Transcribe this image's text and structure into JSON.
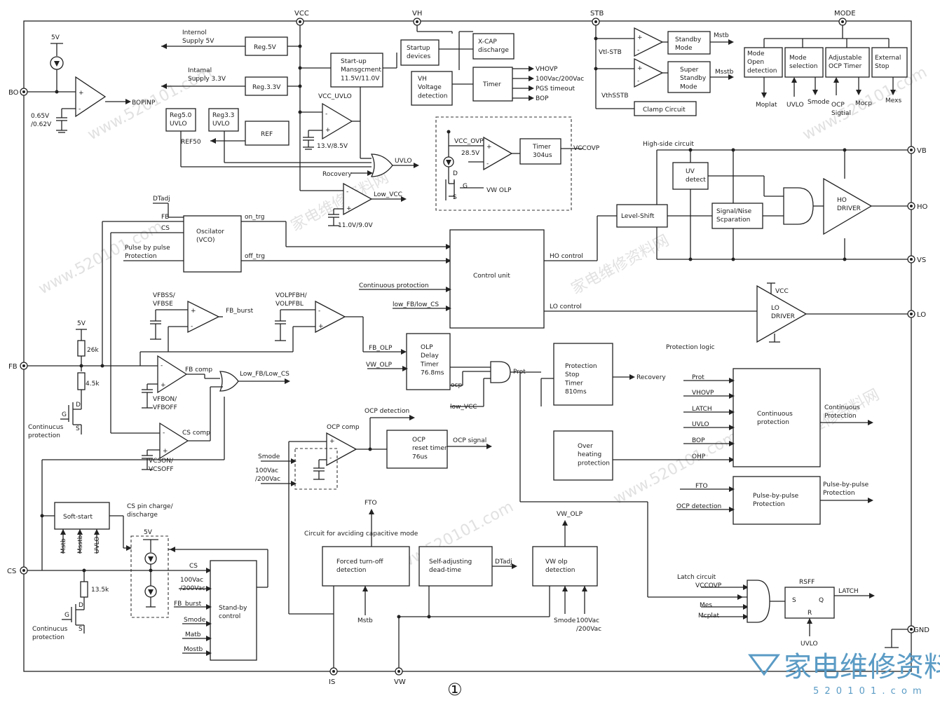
{
  "pins": {
    "vcc": "VCC",
    "vh": "VH",
    "stb": "STB",
    "mode": "MODE",
    "bo": "BO",
    "fb": "FB",
    "cs": "CS",
    "vb": "VB",
    "ho": "HO",
    "vs": "VS",
    "lo": "LO",
    "gnd": "GND",
    "is": "IS",
    "vw": "VW"
  },
  "supply": {
    "internal5v": "Internol\nSupply 5V",
    "internal33v": "Intamal\nSupply 3.3V",
    "reg5v": "Reg.5V",
    "reg33v": "Reg.3.3V",
    "reg50uvlo": "Reg5.0\nUVLO",
    "reg33uvlo": "Reg3.3\nUVLO",
    "ref": "REF",
    "ref50": "REF50",
    "startup_mgmt": "Start-up\nMansgcment\n11.5V/11.0V",
    "vcc_uvlo": "VCC_UVLO",
    "uvlo_thresh": "13.V/8.5V",
    "recovery": "Rocovery",
    "uvlo": "UVLO",
    "low_vcc": "Low_VCC",
    "low_vcc_thresh": "11.0V/9.0V"
  },
  "bo": {
    "v5": "5V",
    "thresh": "0.65V\n/0.62V",
    "output": "BOPINP"
  },
  "vh": {
    "startup_devices": "Startup\ndevices",
    "xcap": "X-CAP\ndischarge",
    "vh_voltage": "VH\nVoltage\ndetection",
    "timer": "Timer",
    "vhovp": "VHOVP",
    "vac": "100Vac/200Vac",
    "pgs": "PGS timeout",
    "bop": "BOP"
  },
  "stb": {
    "vtl_stb": "Vtl-STB",
    "vthsstb": "VthSSTB",
    "standby_mode": "Standby\nMode",
    "super_standby": "Super\nStandby\nMode",
    "mstb1": "Mstb",
    "mstb2": "Msstb",
    "clamp": "Clamp Circuit"
  },
  "mode": {
    "open": "Mode\nOpen\ndetection",
    "selection": "Mode\nselection",
    "adjustable_ocp": "Adjustable\nOCP Timer",
    "external_stop": "External\nStop",
    "moplat": "Moplat",
    "uvlo": "UVLO",
    "smode": "Smode",
    "ocp_signal": "OCP\nSigtial",
    "mocp": "Mocp",
    "mexs": "Mexs"
  },
  "vccovp": {
    "label": "VCC_OVP",
    "thresh": "28.5V",
    "timer": "Timer\n304us",
    "output": "VCCOVP",
    "d": "D",
    "g": "G",
    "s": "S",
    "vw_olp": "VW OLP"
  },
  "high_side": {
    "title": "High-side circuit",
    "level_shift": "Level-Shift",
    "uv_detect": "UV\ndetect",
    "signal_noise": "Signal/Nise\nScparation",
    "ho_driver": "HO\nDRIVER",
    "lo_driver": "LO\nDRIVER",
    "vcc": "VCC"
  },
  "osc": {
    "dtadj": "DTadj",
    "fb": "FB",
    "cs": "CS",
    "pbp": "Pulse by pulse\nProtection",
    "block": "Oscilator\n(VCO)",
    "on_trg": "on_trg",
    "off_trg": "off_trg"
  },
  "control": {
    "block": "Control unit",
    "ho_control": "HO control",
    "lo_control": "LO control",
    "continuous": "Continuous protoction",
    "low_fb_cs": "low_FB/low_CS"
  },
  "fb_section": {
    "vfbss": "VFBSS/\nVFBSE",
    "fb_burst": "FB_burst",
    "volpfbh": "VOLPFBH/\nVOLPFBL",
    "fb_olp": "FB_OLP",
    "v5": "5V",
    "r26k": "26k",
    "r45k": "4.5k",
    "fb_comp": "FB comp",
    "vfbon": "VFBON/\nVFBOFF",
    "low_fb_cs": "Low_FB/Low_CS",
    "d": "D",
    "g": "G",
    "s": "S",
    "continuous": "Continucus\nprotection",
    "cs_comp": "CS comp",
    "vcson": "VCSON/\nVCSOFF"
  },
  "olp": {
    "vw_olp": "VW_OLP",
    "block": "OLP\nDelay\nTimer\n76.8ms",
    "ocp": "ocp",
    "low_vcc": "low_VCC",
    "prot": "Prot"
  },
  "protection": {
    "stop_timer": "Protection\nStop\nTimer\n810ms",
    "recovery": "Recovery",
    "logic_title": "Protection logic",
    "overheat": "Over\nheating\nprotection",
    "inputs": [
      "Prot",
      "VHOVP",
      "LATCH",
      "UVLO",
      "BOP",
      "OHP"
    ],
    "continuous_block": "Continuous\nprotection",
    "continuous_out": "Continuous\nProtection",
    "fto": "FTO",
    "ocp_detection": "OCP detection",
    "pbp_block": "Pulse-by-pulse\nProtection",
    "pbp_out": "Pulse-by-pulse\nProtection"
  },
  "ocp": {
    "detection": "OCP detection",
    "comp": "OCP comp",
    "smode": "Smode",
    "vac": "100Vac\n/200Vac",
    "reset_timer": "OCP\nreset timer\n76us",
    "signal": "OCP signal"
  },
  "softstart": {
    "block": "Soft-start",
    "mstb": "Mstb",
    "msstb": "Msstb",
    "uvlo": "UVLO",
    "cs_charge": "CS pin charge/\ndischarge",
    "v5": "5V",
    "r135k": "13.5k",
    "d": "D",
    "g": "G",
    "s": "S",
    "continuous": "Continucus\nprotection"
  },
  "standby_ctrl": {
    "block": "Stand-by\ncontrol",
    "inputs": [
      "CS",
      "100Vac\n/200Vac",
      "FB_burst",
      "Smode",
      "Matb",
      "Mostb"
    ]
  },
  "capacitive": {
    "title": "Circuit for avciding capacitive mode",
    "fto": "FTO",
    "forced": "Forced turn-off\ndetection",
    "mstb": "Mstb",
    "self_adj": "Self-adjusting\ndead-time",
    "dtadj": "DTadj",
    "vw_olp": "VW_OLP",
    "vw_olp_det": "VW olp\ndetection",
    "smode": "Smode",
    "vac": "100Vac\n/200Vac"
  },
  "latch": {
    "title": "Latch circuit",
    "vccovp": "VCCOVP",
    "mes": "Mes",
    "mcplat": "Mcplat",
    "rsff": "RSFF",
    "s": "S",
    "q": "Q",
    "r": "R",
    "latch": "LATCH",
    "uvlo": "UVLO"
  },
  "figure_number": "①",
  "watermarks": {
    "brand": "家电维修资料网",
    "url": "www.520101.com",
    "site": "5 2 0 1 0 1 . c o m"
  }
}
